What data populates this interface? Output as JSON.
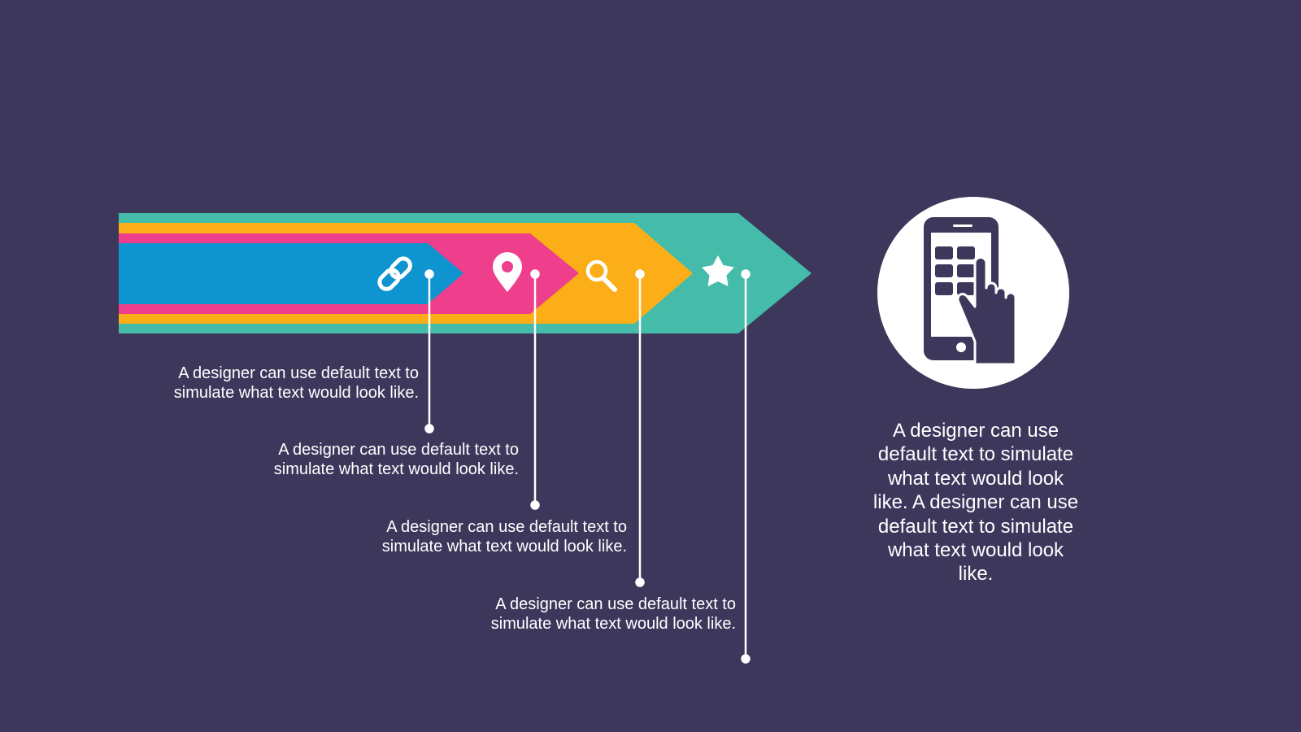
{
  "colors": {
    "background": "#3e375c",
    "teal": "#45bca9",
    "orange": "#fbae17",
    "pink": "#ee3e8c",
    "blue": "#0e94cf",
    "white": "#ffffff"
  },
  "arrow": {
    "stages": [
      {
        "color_name": "blue",
        "icon": "link-icon"
      },
      {
        "color_name": "pink",
        "icon": "map-pin-icon"
      },
      {
        "color_name": "orange",
        "icon": "search-icon"
      },
      {
        "color_name": "teal",
        "icon": "star-icon"
      }
    ]
  },
  "callouts": [
    {
      "text": "A designer can use default text to simulate what text would look like."
    },
    {
      "text": "A designer can use default text to simulate what text would look like."
    },
    {
      "text": "A designer can use default text to simulate what text would look like."
    },
    {
      "text": "A designer can use default text to simulate what text would look like."
    }
  ],
  "side_panel": {
    "icon": "smartphone-touch-icon",
    "text": "A designer can use default text to simulate what text would look like. A designer can use default text to simulate what text would look like."
  }
}
